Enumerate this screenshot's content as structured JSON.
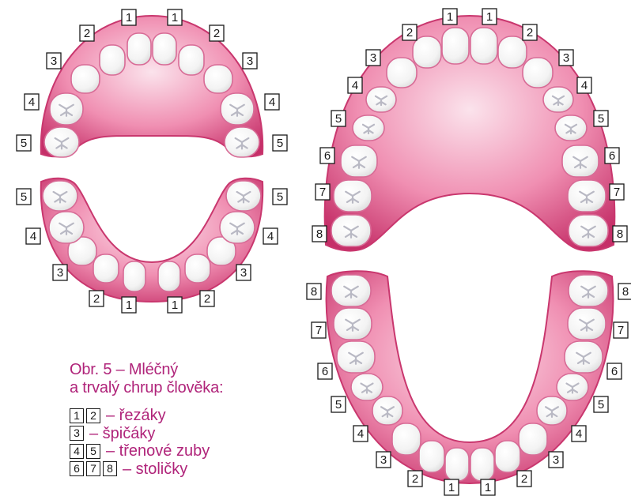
{
  "caption": {
    "title_line1": "Obr. 5 – Mléčný",
    "title_line2": "a trvalý chrup člověka:",
    "legend": [
      {
        "numbers": [
          "1",
          "2"
        ],
        "text": "– řezáky"
      },
      {
        "numbers": [
          "3"
        ],
        "text": "– špičáky"
      },
      {
        "numbers": [
          "4",
          "5"
        ],
        "text": "– třenové zuby"
      },
      {
        "numbers": [
          "6",
          "7",
          "8"
        ],
        "text": "– stoličky"
      }
    ]
  },
  "colors": {
    "gum": "#c9376e",
    "gum_light": "#f7d0de",
    "tooth": "#f7f7f7",
    "tooth_outline": "#d86b96",
    "caption": "#b0247a",
    "label_border": "#1a1a1a"
  },
  "diagram": {
    "primary": {
      "upper_left": [
        "1",
        "2",
        "3",
        "4",
        "5"
      ],
      "upper_right": [
        "1",
        "2",
        "3",
        "4",
        "5"
      ],
      "lower_left": [
        "1",
        "2",
        "3",
        "4",
        "5"
      ],
      "lower_right": [
        "1",
        "2",
        "3",
        "4",
        "5"
      ]
    },
    "permanent": {
      "upper_left": [
        "1",
        "2",
        "3",
        "4",
        "5",
        "6",
        "7",
        "8"
      ],
      "upper_right": [
        "1",
        "2",
        "3",
        "4",
        "5",
        "6",
        "7",
        "8"
      ],
      "lower_left": [
        "1",
        "2",
        "3",
        "4",
        "5",
        "6",
        "7",
        "8"
      ],
      "lower_right": [
        "1",
        "2",
        "3",
        "4",
        "5",
        "6",
        "7",
        "8"
      ]
    }
  }
}
